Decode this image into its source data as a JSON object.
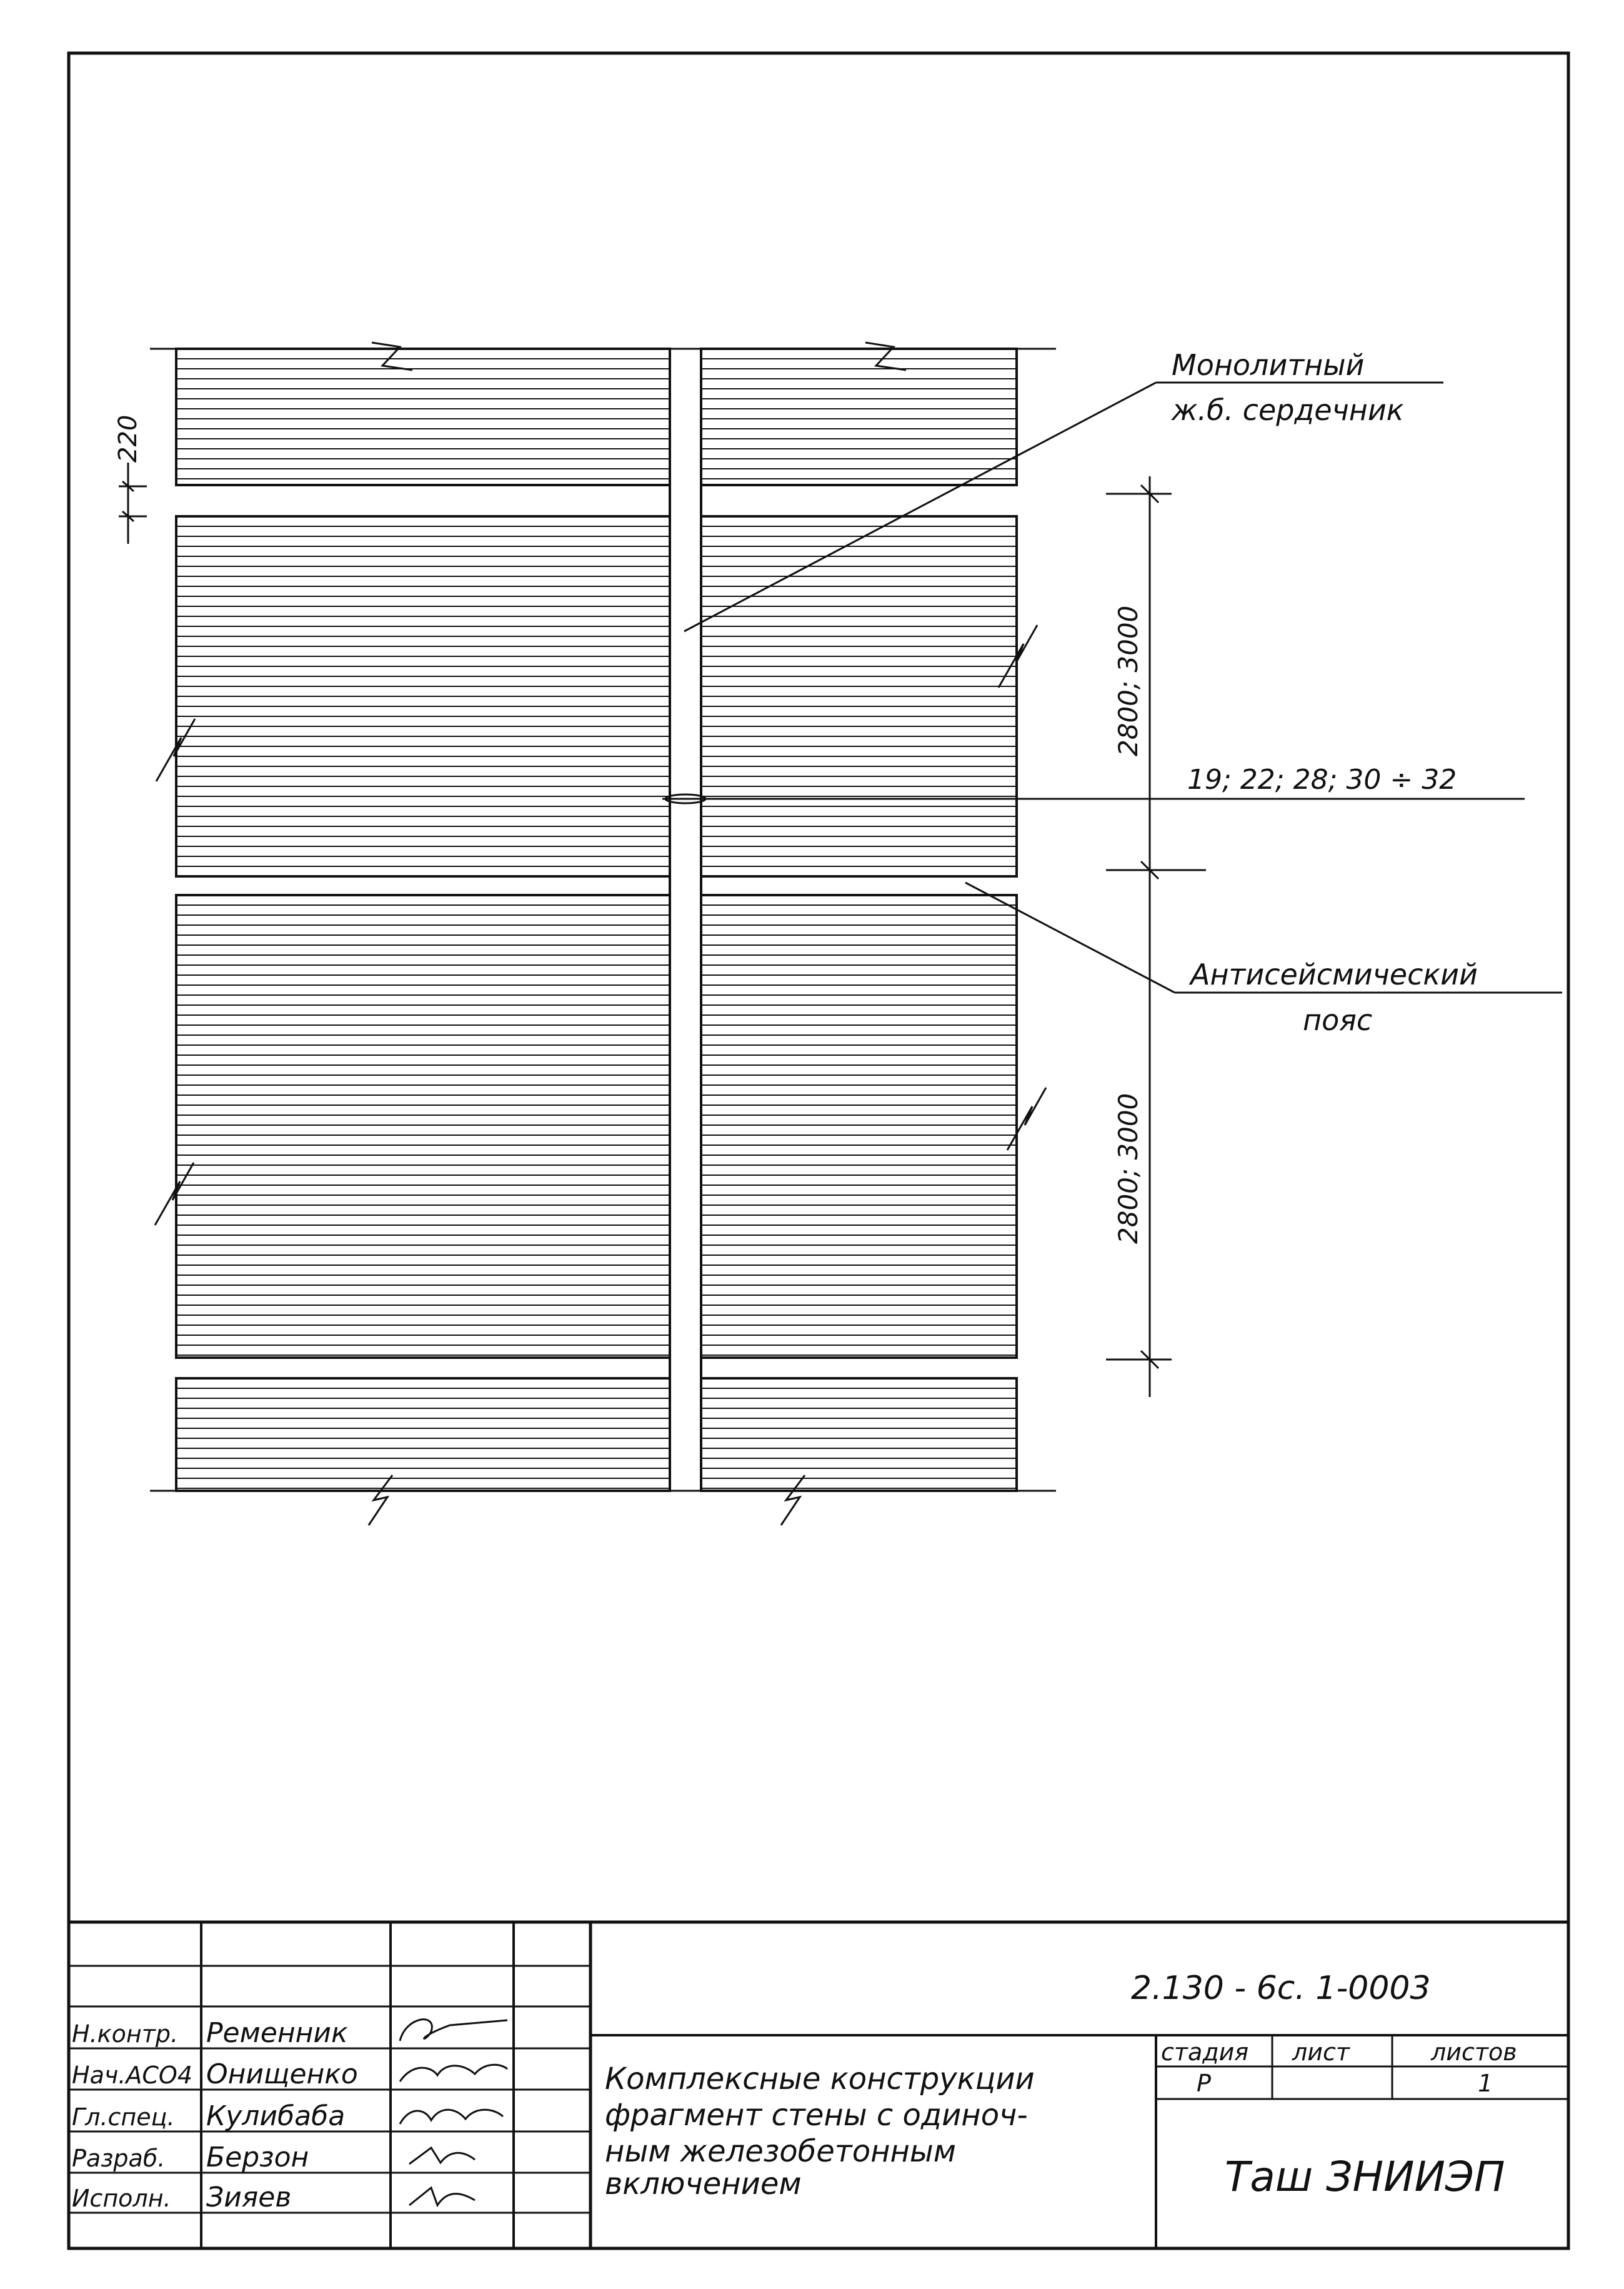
{
  "colors": {
    "ink": "#111111",
    "paper": "#ffffff"
  },
  "drawing": {
    "dim_block_height": "220",
    "dim_floor_upper": "2800; 3000",
    "dim_floor_lower": "2800; 3000",
    "dim_rebar": "19; 22; 28; 30 ÷ 32"
  },
  "callouts": {
    "core_line1": "Монолитный",
    "core_line2": "ж.б. сердечник",
    "belt_line1": "Антисейсмический",
    "belt_line2": "пояс"
  },
  "title_block": {
    "doc_code": "2.130 - 6с. 1-0003",
    "title_lines": [
      "Комплексные конструкции",
      "фрагмент стены с одиноч-",
      "ным железобетонным",
      "включением"
    ],
    "stage_header": "стадия",
    "sheet_header": "лист",
    "sheets_header": "листов",
    "stage_value": "Р",
    "sheet_value": "",
    "sheets_value": "1",
    "organization": "Таш ЗНИИЭП",
    "roles": [
      {
        "role": "Н.контр.",
        "name": "Ременник"
      },
      {
        "role": "Нач.АСО4",
        "name": "Онищенко"
      },
      {
        "role": "Гл.спец.",
        "name": "Кулибаба"
      },
      {
        "role": "Разраб.",
        "name": "Берзон"
      },
      {
        "role": "Исполн.",
        "name": "Зияев"
      }
    ]
  }
}
